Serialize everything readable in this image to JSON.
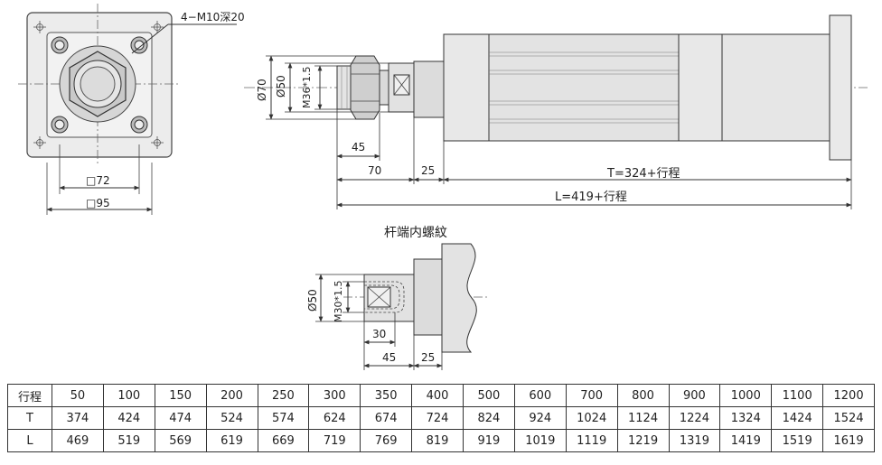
{
  "annotations": {
    "bolt_callout": "4−M10深20",
    "square_inner": "□72",
    "square_outer": "□95",
    "dia_outer": "Ø70",
    "dia_rod": "Ø50",
    "thread_outer": "M36*1.5",
    "dim_45_top": "45",
    "dim_70": "70",
    "dim_25_top": "25",
    "dim_T": "T=324+行程",
    "dim_L": "L=419+行程",
    "section_title": "杆端内螺紋",
    "dia_rod_inner": "Ø50",
    "thread_inner": "M30*1.5",
    "dim_30": "30",
    "dim_45_bottom": "45",
    "dim_25_bottom": "25"
  },
  "table": {
    "header": [
      "行程",
      "50",
      "100",
      "150",
      "200",
      "250",
      "300",
      "350",
      "400",
      "500",
      "600",
      "700",
      "800",
      "900",
      "1000",
      "1100",
      "1200"
    ],
    "rows": [
      [
        "T",
        "374",
        "424",
        "474",
        "524",
        "574",
        "624",
        "674",
        "724",
        "824",
        "924",
        "1024",
        "1124",
        "1224",
        "1324",
        "1424",
        "1524"
      ],
      [
        "L",
        "469",
        "519",
        "569",
        "619",
        "669",
        "719",
        "769",
        "819",
        "919",
        "1019",
        "1119",
        "1219",
        "1319",
        "1419",
        "1519",
        "1619"
      ]
    ]
  }
}
